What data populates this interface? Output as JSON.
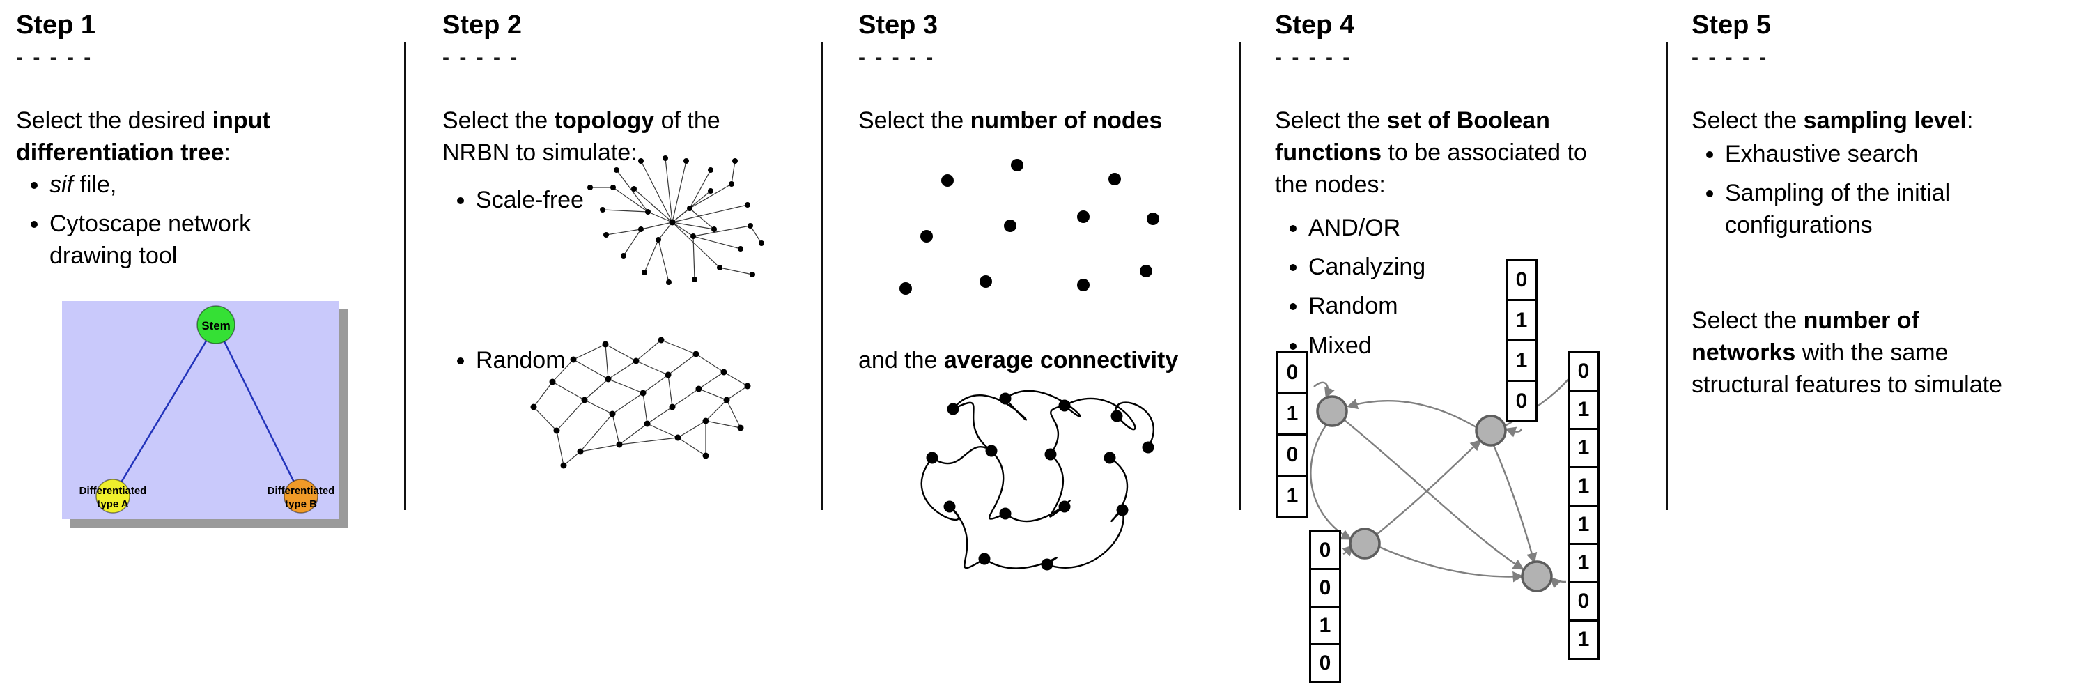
{
  "steps": [
    {
      "title": "Step 1",
      "dashes": "- - - - -",
      "intro": [
        {
          "t": "Select the desired "
        },
        {
          "t": "input",
          "b": true
        },
        {
          "br": true
        },
        {
          "t": "differentiation tree",
          "b": true
        },
        {
          "t": ":"
        }
      ],
      "bullets": [
        [
          {
            "t": "sif",
            "i": true
          },
          {
            "t": " file,"
          }
        ],
        [
          {
            "t": "Cytoscape network"
          },
          {
            "br": true
          },
          {
            "t": "drawing tool"
          }
        ]
      ],
      "tree": {
        "background": "#c9c9fb",
        "shadow_color": "#9a9a9a",
        "edge_color": "#2233bb",
        "stem": {
          "label": "Stem",
          "color": "#35e035"
        },
        "type_a": {
          "label_line1": "Differentiated",
          "label_line2": "type A",
          "color": "#f0f02c"
        },
        "type_b": {
          "label_line1": "Differentiated",
          "label_line2": "type B",
          "color": "#f09a28"
        }
      }
    },
    {
      "title": "Step 2",
      "dashes": "- - - - -",
      "intro": [
        {
          "t": "Select the "
        },
        {
          "t": "topology",
          "b": true
        },
        {
          "t": " of the"
        },
        {
          "br": true
        },
        {
          "t": "NRBN to simulate:"
        }
      ],
      "bullets": [
        [
          {
            "t": "Scale-free"
          }
        ],
        [
          {
            "t": "Random"
          }
        ]
      ]
    },
    {
      "title": "Step 3",
      "dashes": "- - - - -",
      "intro": [
        {
          "t": "Select the "
        },
        {
          "t": "number of nodes",
          "b": true
        }
      ],
      "connectivity": [
        {
          "t": "and the "
        },
        {
          "t": "average connectivity",
          "b": true
        }
      ]
    },
    {
      "title": "Step 4",
      "dashes": "- - - - -",
      "intro": [
        {
          "t": "Select the "
        },
        {
          "t": "set of Boolean",
          "b": true
        },
        {
          "br": true
        },
        {
          "t": "functions",
          "b": true
        },
        {
          "t": " to be associated to"
        },
        {
          "br": true
        },
        {
          "t": "the nodes:"
        }
      ],
      "bullets": [
        [
          {
            "t": "AND/OR"
          }
        ],
        [
          {
            "t": "Canalyzing"
          }
        ],
        [
          {
            "t": "Random"
          }
        ],
        [
          {
            "t": "Mixed"
          }
        ]
      ],
      "truth_tables": {
        "left": [
          "0",
          "1",
          "0",
          "1"
        ],
        "top": [
          "0",
          "1",
          "1",
          "0"
        ],
        "bottom_left": [
          "0",
          "0",
          "1",
          "0"
        ],
        "right": [
          "0",
          "1",
          "1",
          "1",
          "1",
          "1",
          "0",
          "1"
        ]
      }
    },
    {
      "title": "Step 5",
      "dashes": "- - - - -",
      "intro": [
        {
          "t": "Select the "
        },
        {
          "t": "sampling level",
          "b": true
        },
        {
          "t": ":"
        }
      ],
      "bullets": [
        [
          {
            "t": "Exhaustive search"
          }
        ],
        [
          {
            "t": "Sampling of the initial"
          },
          {
            "br": true
          },
          {
            "t": "configurations"
          }
        ]
      ],
      "networks": [
        {
          "t": "Select the "
        },
        {
          "t": "number of",
          "b": true
        },
        {
          "br": true
        },
        {
          "t": "networks",
          "b": true
        },
        {
          "t": " with the same"
        },
        {
          "br": true
        },
        {
          "t": "structural features to simulate"
        }
      ]
    }
  ]
}
